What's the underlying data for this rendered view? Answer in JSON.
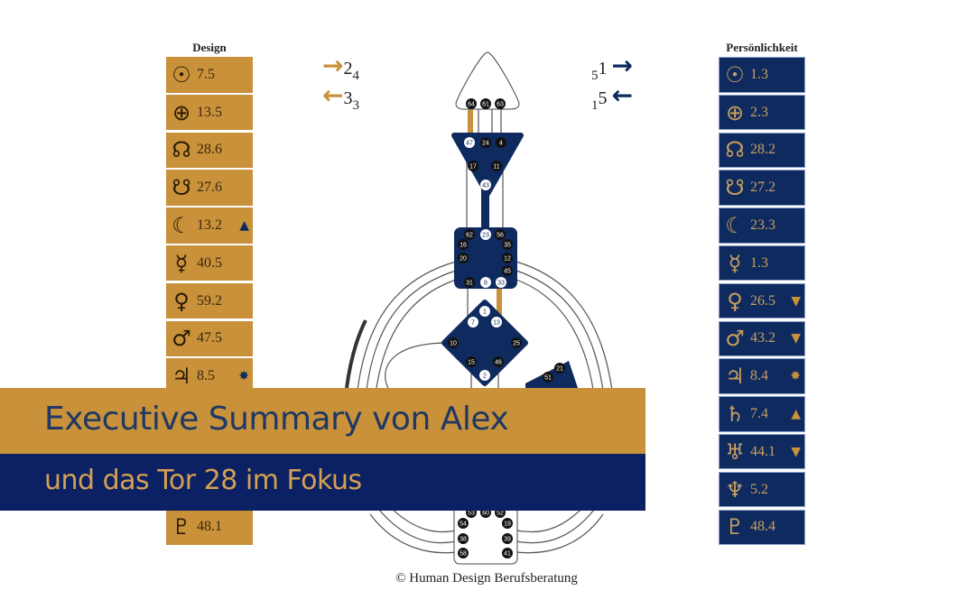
{
  "colors": {
    "gold": "#c8913a",
    "navy": "#0f2a5e",
    "banner_navy": "#0c2163"
  },
  "design": {
    "title": "Design",
    "rows": [
      {
        "icon": "sun-icon",
        "symbol": "☉",
        "value": "7.5",
        "mark": ""
      },
      {
        "icon": "earth-icon",
        "symbol": "⊕",
        "value": "13.5",
        "mark": ""
      },
      {
        "icon": "north-node-icon",
        "symbol": "☊",
        "value": "28.6",
        "mark": ""
      },
      {
        "icon": "south-node-icon",
        "symbol": "☋",
        "value": "27.6",
        "mark": ""
      },
      {
        "icon": "moon-icon",
        "symbol": "☾",
        "value": "13.2",
        "mark": "▲"
      },
      {
        "icon": "mercury-icon",
        "symbol": "☿",
        "value": "40.5",
        "mark": ""
      },
      {
        "icon": "venus-icon",
        "symbol": "♀",
        "value": "59.2",
        "mark": ""
      },
      {
        "icon": "mars-icon",
        "symbol": "♂",
        "value": "47.5",
        "mark": ""
      },
      {
        "icon": "jupiter-icon",
        "symbol": "♃",
        "value": "8.5",
        "mark": "✸"
      },
      {
        "icon": "",
        "symbol": "",
        "value": "",
        "mark": ""
      },
      {
        "icon": "",
        "symbol": "",
        "value": "",
        "mark": ""
      },
      {
        "icon": "",
        "symbol": "",
        "value": "",
        "mark": ""
      },
      {
        "icon": "pluto-icon",
        "symbol": "♇",
        "value": "48.1",
        "mark": ""
      }
    ]
  },
  "personality": {
    "title": "Persönlichkeit",
    "rows": [
      {
        "icon": "sun-icon",
        "symbol": "☉",
        "value": "1.3",
        "mark": ""
      },
      {
        "icon": "earth-icon",
        "symbol": "⊕",
        "value": "2.3",
        "mark": ""
      },
      {
        "icon": "north-node-icon",
        "symbol": "☊",
        "value": "28.2",
        "mark": ""
      },
      {
        "icon": "south-node-icon",
        "symbol": "☋",
        "value": "27.2",
        "mark": ""
      },
      {
        "icon": "moon-icon",
        "symbol": "☾",
        "value": "23.3",
        "mark": ""
      },
      {
        "icon": "mercury-icon",
        "symbol": "☿",
        "value": "1.3",
        "mark": ""
      },
      {
        "icon": "venus-icon",
        "symbol": "♀",
        "value": "26.5",
        "mark": "▼"
      },
      {
        "icon": "mars-icon",
        "symbol": "♂",
        "value": "43.2",
        "mark": "▼"
      },
      {
        "icon": "jupiter-icon",
        "symbol": "♃",
        "value": "8.4",
        "mark": "✸"
      },
      {
        "icon": "saturn-icon",
        "symbol": "♄",
        "value": "7.4",
        "mark": "▲"
      },
      {
        "icon": "uranus-icon",
        "symbol": "♅",
        "value": "44.1",
        "mark": "▼"
      },
      {
        "icon": "neptune-icon",
        "symbol": "♆",
        "value": "5.2",
        "mark": ""
      },
      {
        "icon": "pluto-icon",
        "symbol": "♇",
        "value": "48.4",
        "mark": ""
      }
    ]
  },
  "variables": {
    "design": [
      {
        "arrow": "→",
        "main": "2",
        "sub": "4"
      },
      {
        "arrow": "←",
        "main": "3",
        "sub": "3"
      }
    ],
    "personality": [
      {
        "arrow": "→",
        "main": "1",
        "sub": "5"
      },
      {
        "arrow": "←",
        "main": "5",
        "sub": "1"
      }
    ]
  },
  "bodygraph": {
    "head_gates": [
      "64",
      "61",
      "63"
    ],
    "ajna_gates": [
      "47",
      "24",
      "4",
      "17",
      "11",
      "43"
    ],
    "throat_gates": [
      "62",
      "23",
      "56",
      "16",
      "35",
      "20",
      "12",
      "45",
      "31",
      "8",
      "33"
    ],
    "g_gates": [
      "1",
      "7",
      "13",
      "10",
      "25",
      "15",
      "46",
      "2"
    ],
    "heart_gates": [
      "21",
      "51"
    ],
    "root_gates": [
      "53",
      "60",
      "52",
      "54",
      "19",
      "38",
      "39",
      "58",
      "41"
    ]
  },
  "banner": {
    "title": "Executive Summary von Alex",
    "subtitle": "und das Tor 28 im Fokus"
  },
  "copyright": "© Human Design Berufsberatung"
}
